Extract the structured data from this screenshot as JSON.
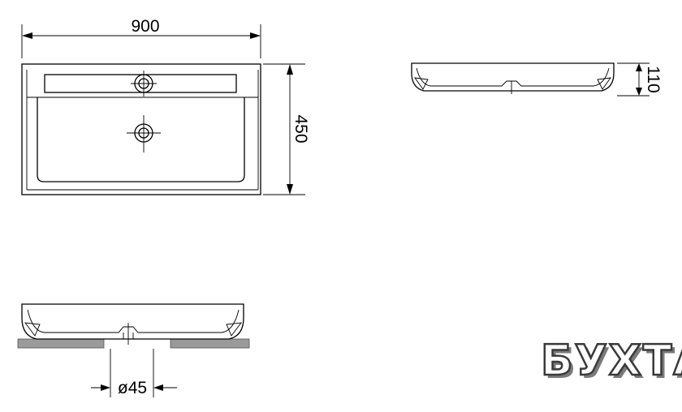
{
  "dimensions": {
    "width": "900",
    "depth": "450",
    "height": "110",
    "drain_diameter": "ø45"
  },
  "logo": {
    "text": "БУХТА",
    "colors": {
      "fill": "#ffffff",
      "outline": "#3a3a3a",
      "shadow": "#7a7a7a"
    }
  },
  "colors": {
    "line": "#000000",
    "mounting_surface": "#9a9a9a",
    "background": "#ffffff"
  }
}
